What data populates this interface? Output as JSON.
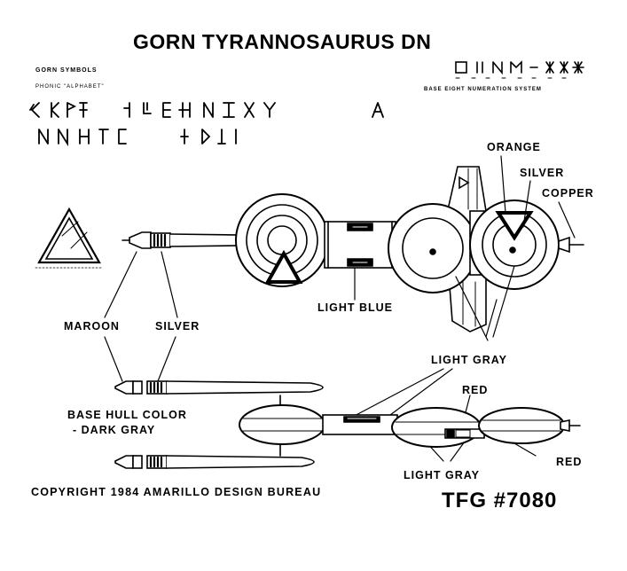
{
  "title": "GORN TYRANNOSAURUS DN",
  "symbols": {
    "heading": "GORN SYMBOLS",
    "phonic": "PHONIC \"ALPHABET\"",
    "numeration": "BASE EIGHT NUMERATION SYSTEM"
  },
  "labels": {
    "orange": "ORANGE",
    "silver_top": "SILVER",
    "copper": "COPPER",
    "light_blue": "LIGHT BLUE",
    "maroon": "MAROON",
    "silver_left": "SILVER",
    "light_gray_top": "LIGHT GRAY",
    "red_top": "RED",
    "base_hull_1": "BASE HULL COLOR",
    "base_hull_2": "- DARK GRAY",
    "red_bottom": "RED",
    "light_gray_bottom": "LIGHT GRAY"
  },
  "footer": {
    "copyright": "COPYRIGHT 1984 AMARILLO DESIGN BUREAU",
    "product": "TFG #7080"
  }
}
